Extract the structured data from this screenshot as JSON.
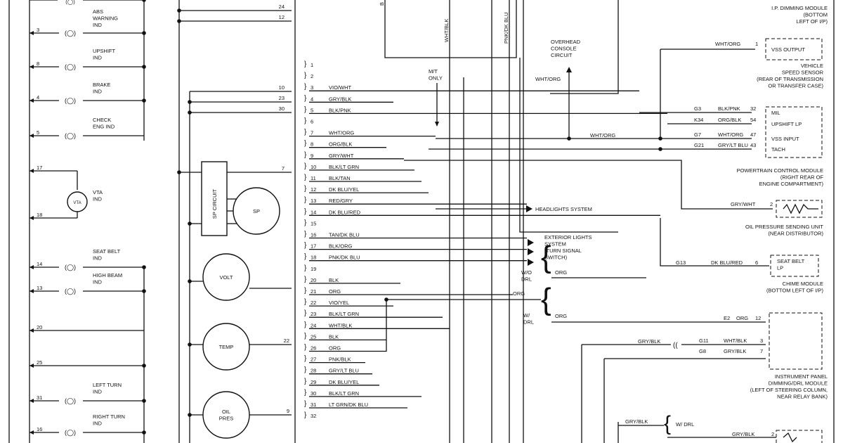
{
  "indicators": [
    {
      "label": "ABS\nWARNING\nIND",
      "pin": "3"
    },
    {
      "label": "UPSHIFT\nIND",
      "pin": "8"
    },
    {
      "label": "BRAKE\nIND",
      "pin": "4"
    },
    {
      "label": "CHECK\nENG IND",
      "pin": "5"
    },
    {
      "label": "VTA\nIND",
      "pin_top": "17",
      "pin": "18"
    },
    {
      "label": "SEAT BELT\nIND",
      "pin": "14"
    },
    {
      "label": "HIGH BEAM\nIND",
      "pin": "13"
    },
    {
      "label": "",
      "pin": "20"
    },
    {
      "label": "",
      "pin": "25"
    },
    {
      "label": "LEFT TURN\nIND",
      "pin": "31"
    },
    {
      "label": "RIGHT TURN\nIND",
      "pin": "16"
    }
  ],
  "bulb_symbol": "(◯)",
  "vta_symbol": "VTA",
  "gauges": {
    "sp_circuit": "SP CIRCUIT",
    "sp": "SP",
    "volt": "VOLT",
    "temp": "TEMP",
    "oil": "OIL\nPRES"
  },
  "left_pins": [
    "24",
    "12",
    "10",
    "23",
    "30",
    "7",
    "22",
    "9"
  ],
  "connector_pins": [
    {
      "n": "1",
      "wire": ""
    },
    {
      "n": "2",
      "wire": ""
    },
    {
      "n": "3",
      "wire": "VIO/WHT"
    },
    {
      "n": "4",
      "wire": "GRY/BLK"
    },
    {
      "n": "5",
      "wire": "BLK/PNK"
    },
    {
      "n": "6",
      "wire": ""
    },
    {
      "n": "7",
      "wire": "WHT/ORG"
    },
    {
      "n": "8",
      "wire": "ORG/BLK"
    },
    {
      "n": "9",
      "wire": "GRY/WHT"
    },
    {
      "n": "10",
      "wire": "BLK/LT GRN"
    },
    {
      "n": "11",
      "wire": "BLK/TAN"
    },
    {
      "n": "12",
      "wire": "DK BLU/YEL"
    },
    {
      "n": "13",
      "wire": "RED/GRY"
    },
    {
      "n": "14",
      "wire": "DK BLU/RED"
    },
    {
      "n": "15",
      "wire": ""
    },
    {
      "n": "16",
      "wire": "TAN/DK BLU"
    },
    {
      "n": "17",
      "wire": "BLK/ORG"
    },
    {
      "n": "18",
      "wire": "PNK/DK BLU"
    },
    {
      "n": "19",
      "wire": ""
    },
    {
      "n": "20",
      "wire": "BLK"
    },
    {
      "n": "21",
      "wire": "ORG"
    },
    {
      "n": "22",
      "wire": "VIO/YEL"
    },
    {
      "n": "23",
      "wire": "BLK/LT GRN"
    },
    {
      "n": "24",
      "wire": "WHT/BLK"
    },
    {
      "n": "25",
      "wire": "BLK"
    },
    {
      "n": "26",
      "wire": "ORG"
    },
    {
      "n": "27",
      "wire": "PNK/BLK"
    },
    {
      "n": "28",
      "wire": "GRY/LT BLU"
    },
    {
      "n": "29",
      "wire": "DK BLU/YEL"
    },
    {
      "n": "30",
      "wire": "BLK/LT GRN"
    },
    {
      "n": "31",
      "wire": "LT GRN/DK BLU"
    },
    {
      "n": "32",
      "wire": ""
    }
  ],
  "top_wires": {
    "w1": "WHT/BLK",
    "w2": "PNK/DK BLU",
    "bk": "B"
  },
  "labels": {
    "mt_only": "M/T\nONLY",
    "overhead": "OVERHEAD\nCONSOLE\nCIRCUIT",
    "wht_org_up": "WHT/ORG",
    "wht_org_mid": "WHT/ORG",
    "headlights": "HEADLIGHTS SYSTEM",
    "exterior": "EXTERIOR LIGHTS\nSYSTEM\n(TURN SIGNAL\nSWITCH)",
    "wo_drl": "W/O\nDRL",
    "w_drl": "W/\nDRL",
    "org1": "ORG",
    "org2": "ORG",
    "org3": "ORG"
  },
  "modules": {
    "ip_dimming": "I.P. DIMMING MODULE\n(BOTTOM\nLEFT OF I/P)",
    "vss_output": "VSS OUTPUT",
    "vss_wire": "WHT/ORG",
    "vss_pin": "1",
    "vss_desc": "VEHICLE\nSPEED SENSOR\n(REAR OF TRANSMISSION\nOR TRANSFER CASE)",
    "pcm_rows": [
      {
        "conn": "G3",
        "wire": "BLK/PNK",
        "pin": "32",
        "label": "MIL"
      },
      {
        "conn": "K34",
        "wire": "ORG/BLK",
        "pin": "54",
        "label": "UPSHIFT LP"
      },
      {
        "conn": "G7",
        "wire": "WHT/ORG",
        "pin": "47",
        "label": "VSS INPUT"
      },
      {
        "conn": "G21",
        "wire": "GRY/LT BLU",
        "pin": "43",
        "label": "TACH"
      }
    ],
    "pcm_desc": "POWERTRAIN CONTROL MODULE\n(RIGHT REAR OF\nENGINE COMPARTMENT)",
    "oil_wire": "GRY/WHT",
    "oil_pin": "2",
    "oil_desc": "OIL PRESSURE SENDING UNIT\n(NEAR DISTRIBUTOR)",
    "seat_conn": "G13",
    "seat_wire": "DK BLU/RED",
    "seat_pin": "6",
    "seat_label": "SEAT BELT\nLP",
    "chime_desc": "CHIME MODULE\n(BOTTOM LEFT OF I/P)",
    "e2_conn": "E2",
    "e2_wire": "ORG",
    "e2_pin": "12",
    "ip_rows": [
      {
        "conn": "G11",
        "wire": "WHT/BLK",
        "pin": "3"
      },
      {
        "conn": "G8",
        "wire": "GRY/BLK",
        "pin": "7"
      }
    ],
    "gry_blk_left": "GRY/BLK",
    "ip_desc": "INSTRUMENT PANEL\nDIMMING/DRL MODULE\n(LEFT OF STEERING COLUMN,\nNEAR RELAY BANK)",
    "gry_blk_bottom": "GRY/BLK",
    "w_drl_bottom": "W/ DRL",
    "gry_blk_bottom2": "GRY/BLK",
    "bottom_pin": "2"
  }
}
